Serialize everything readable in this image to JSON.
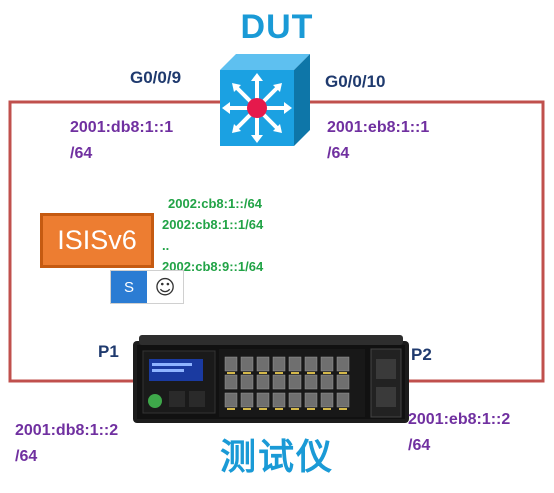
{
  "title": "DUT",
  "dut": {
    "left_port": "G0/0/9",
    "right_port": "G0/0/10",
    "left_ip_line1": "2001:db8:1::1",
    "left_ip_line2": "/64",
    "right_ip_line1": "2001:eb8:1::1",
    "right_ip_line2": "/64",
    "icon": "switch-icon"
  },
  "isis": {
    "label": "ISISv6",
    "routes": [
      "2002:cb8:1::/64",
      "2002:cb8:1::1/64",
      "..",
      "2002:cb8:9::1/64"
    ]
  },
  "toolbar": {
    "s_label": "S",
    "emoji": "☺"
  },
  "tester": {
    "left_port": "P1",
    "right_port": "P2",
    "left_ip_line1": "2001:db8:1::2",
    "left_ip_line2": "/64",
    "right_ip_line1": "2001:eb8:1::2",
    "right_ip_line2": "/64",
    "name": "测试仪",
    "icon": "traffic-tester-icon"
  },
  "colors": {
    "link": "#c0504d",
    "title": "#1a9ad6",
    "ip": "#7030a0",
    "route": "#21a346",
    "isis_box": "#ed7d31",
    "switch": "#1ba1e2"
  }
}
